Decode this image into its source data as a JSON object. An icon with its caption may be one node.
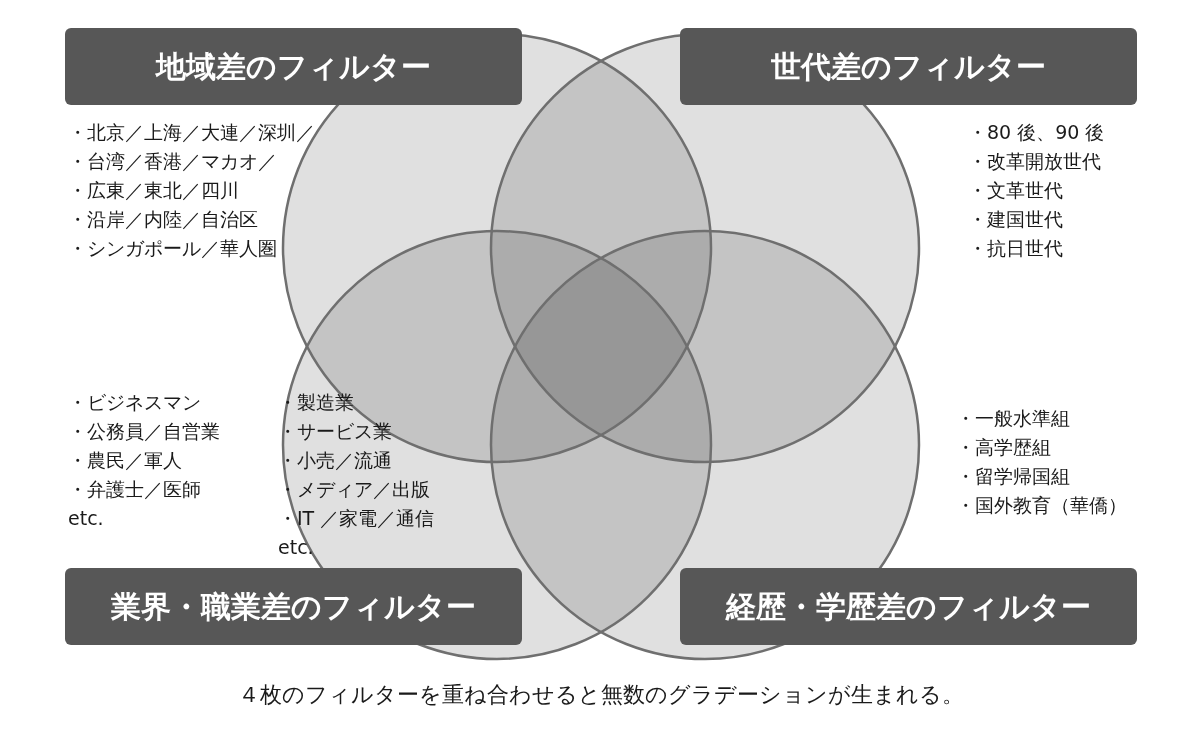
{
  "diagram": {
    "caption": "４枚のフィルターを重ね合わせると無数のグラデーションが生まれる。",
    "nodes": [
      {
        "text": [
          "地域差のフィルター"
        ],
        "beside": [
          "・北京／上海／大連／深圳／",
          "・台湾／香港／マカオ／",
          "・広東／東北／四川",
          "・沿岸／内陸／自治区",
          "・シンガポール／華人圏"
        ]
      },
      {
        "text": [
          "世代差のフィルター"
        ],
        "beside": [
          "・80 後、90 後",
          "・改革開放世代",
          "・文革世代",
          "・建国世代",
          "・抗日世代"
        ]
      },
      {
        "text": [
          "業界・職業差のフィルター"
        ],
        "beside": [
          "・ビジネスマン",
          "・公務員／自営業",
          "・農民／軍人",
          "・弁護士／医師",
          "etc.",
          "・製造業",
          "・サービス業",
          "・小売／流通",
          "・メディア／出版",
          "・IT ／家電／通信",
          "etc."
        ]
      },
      {
        "text": [
          "経歴・学歴差のフィルター"
        ],
        "beside": [
          "・一般水準組",
          "・高学歴組",
          "・留学帰国組",
          "・国外教育（華僑）"
        ]
      }
    ]
  }
}
